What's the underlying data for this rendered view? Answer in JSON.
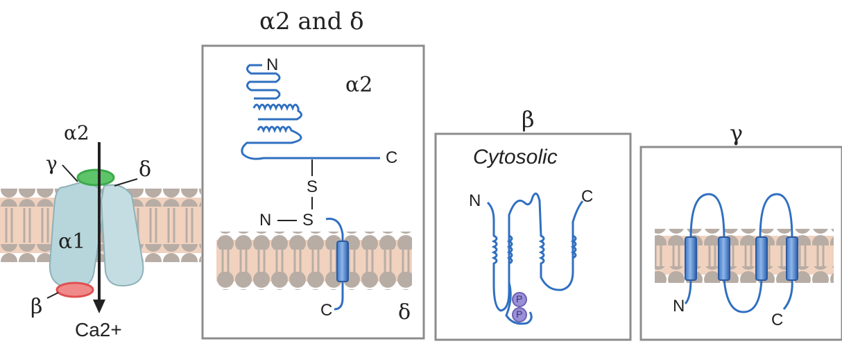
{
  "channel": {
    "alpha2": "α2",
    "gamma": "γ",
    "delta": "δ",
    "alpha1": "α1",
    "beta": "β",
    "ion": "Ca2+"
  },
  "panel_alpha2_delta": {
    "title": "α2 and δ",
    "alpha2": "α2",
    "delta": "δ",
    "n_top": "N",
    "c_top": "C",
    "s_upper": "S",
    "s_lower": "S",
    "n_mid": "N",
    "c_bottom": "C"
  },
  "panel_beta": {
    "title": "β",
    "cytosolic": "Cytosolic",
    "n": "N",
    "c": "C",
    "phospho1": "P",
    "phospho2": "P"
  },
  "panel_gamma": {
    "title": "γ",
    "n": "N",
    "c": "C"
  },
  "colors": {
    "membrane_fill": "#f0d2bf",
    "lipid_head": "#b8ada5",
    "protein_blue": "#2f6fc0",
    "channel_body": "#b7d6dc",
    "alpha2_green": "#3caa4a",
    "beta_red": "#e05050",
    "box_border": "#8c8c8c"
  }
}
